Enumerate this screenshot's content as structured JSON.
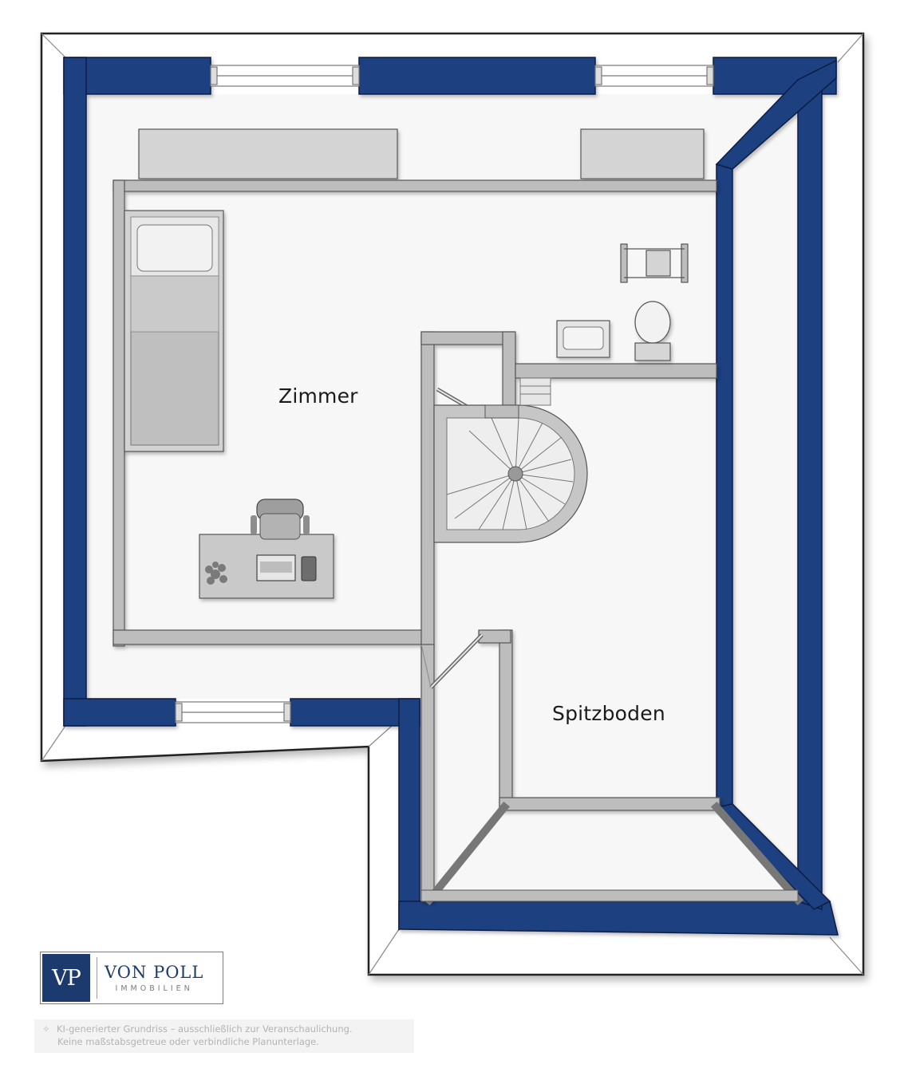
{
  "rooms": {
    "room_1": "Zimmer",
    "room_2": "Spitzboden"
  },
  "logo": {
    "mark": "VP",
    "name": "VON POLL",
    "subtitle": "IMMOBILIEN"
  },
  "disclaimer": {
    "line_1": "KI-generierter Grundriss – ausschließlich zur Veranschaulichung.",
    "line_2": "Keine maßstabsgetreue oder verbindliche Planunterlage."
  },
  "colors": {
    "exterior_wall": "#1d3f80",
    "interior_wall": "#b8b8b8",
    "floor": "#f7f7f7",
    "slab": "#ffffff",
    "furniture": "#cfcfcf"
  },
  "icons": [
    "bed-icon",
    "desk-icon",
    "chair-icon",
    "laptop-icon",
    "phone-icon",
    "plant-icon",
    "washbasin-icon",
    "toilet-icon",
    "towel-rack-icon",
    "spiral-stair-icon",
    "window-icon",
    "door-icon"
  ]
}
